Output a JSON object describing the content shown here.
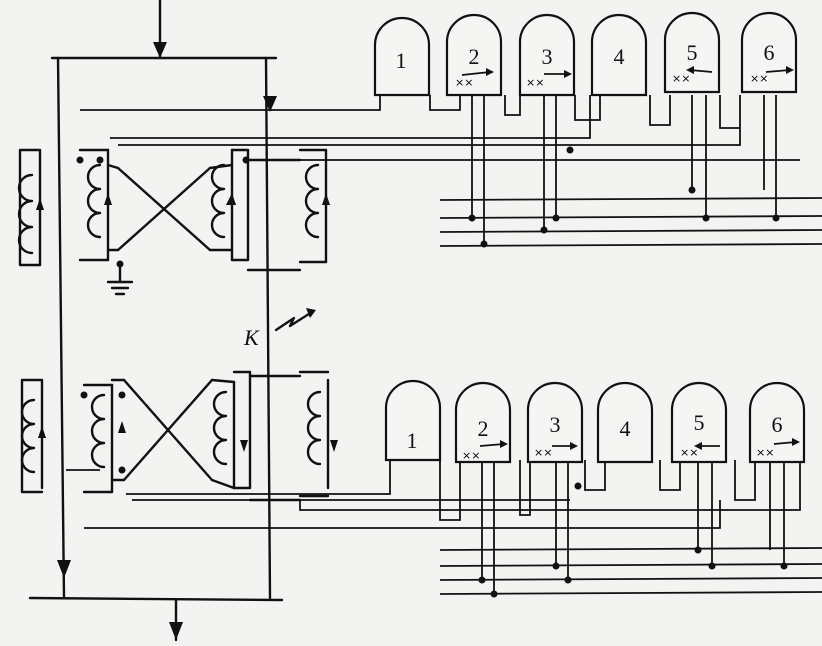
{
  "fault_label": "K",
  "upper_meters": [
    "1",
    "2",
    "3",
    "4",
    "5",
    "6"
  ],
  "lower_meters": [
    "1",
    "2",
    "3",
    "4",
    "5",
    "6"
  ],
  "meters_with_direction_marks": [
    "2",
    "3",
    "5",
    "6"
  ]
}
